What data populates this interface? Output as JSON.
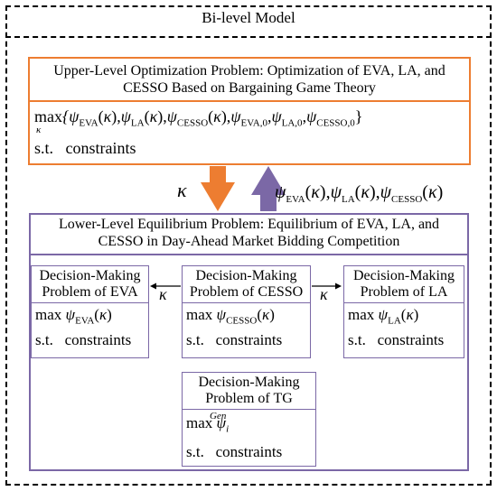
{
  "title": "Bi-level Model",
  "upper": {
    "heading": "Upper-Level Optimization Problem: Optimization of EVA, LA, and CESSO Based on Bargaining Game Theory",
    "heading_line1": "Upper-Level Optimization Problem: Optimization of EVA, LA, and",
    "heading_line2": "CESSO Based on Bargaining Game Theory",
    "max_word": "max",
    "max_subscript": "κ",
    "objective": "{ψEVA(κ),ψLA(κ),ψCESSO(κ),ψEVA,0,ψLA,0,ψCESSO,0}",
    "st": "s.t.",
    "constraints": "constraints"
  },
  "arrows": {
    "down_label": "κ",
    "up_label": "ψEVA(κ),ψLA(κ),ψCESSO(κ)",
    "down_color": "#ed7d31",
    "up_color": "#7b68a6"
  },
  "lower": {
    "heading_line1": "Lower-Level Equilibrium Problem: Equilibrium of EVA, LA, and",
    "heading_line2": "CESSO in Day-Ahead Market Bidding Competition",
    "boxes": [
      {
        "line1": "Decision-Making",
        "line2": "Problem of EVA",
        "max": "max",
        "psi": "ψ",
        "sub": "EVA",
        "arg": "(κ)",
        "st": "s.t.",
        "constraints": "constraints"
      },
      {
        "line1": "Decision-Making",
        "line2": "Problem of CESSO",
        "max": "max",
        "psi": "ψ",
        "sub": "CESSO",
        "arg": "(κ)",
        "st": "s.t.",
        "constraints": "constraints"
      },
      {
        "line1": "Decision-Making",
        "line2": "Problem of LA",
        "max": "max",
        "psi": "ψ",
        "sub": "LA",
        "arg": "(κ)",
        "st": "s.t.",
        "constraints": "constraints"
      },
      {
        "line1": "Decision-Making",
        "line2": "Problem of TG",
        "max": "max",
        "psi": "ψ",
        "sub": "i",
        "sup": "Gen",
        "st": "s.t.",
        "constraints": "constraints"
      }
    ],
    "left_arrow_label": "κ",
    "right_arrow_label": "κ"
  },
  "colors": {
    "orange": "#ed7d31",
    "purple": "#7b68a6"
  }
}
